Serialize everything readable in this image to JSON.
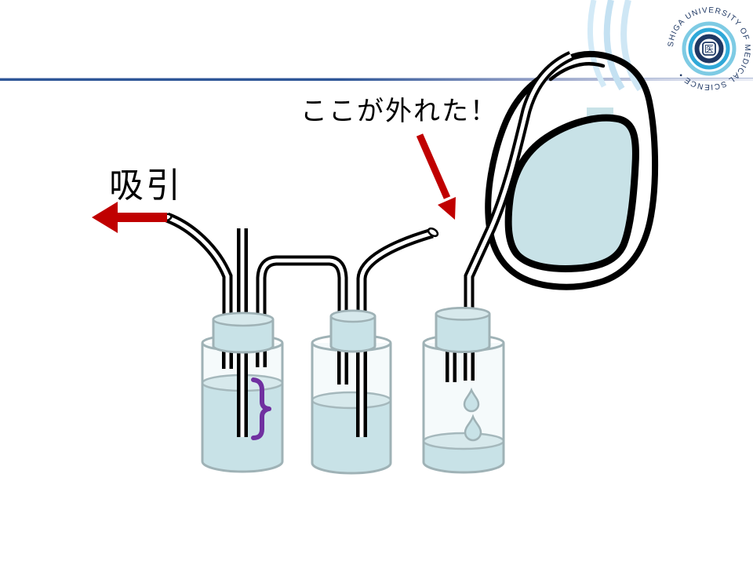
{
  "labels": {
    "detached_callout": "ここが外れた！",
    "suction": "吸引"
  },
  "logo": {
    "circular_text": "SHIGA UNIVERSITY OF MEDICAL SCIENCE •",
    "center_kanji": "医"
  },
  "colors": {
    "arrow_red": "#c00000",
    "brace_purple": "#7030a0",
    "liquid_teal": "#c8e2e7",
    "liquid_surface": "#d7e9ec",
    "glass_outline": "#9fb2b6",
    "tube_black": "#000000",
    "divider_blue": "#2e5697",
    "logo_navy": "#1f3864",
    "logo_cyan": "#2fa8d8",
    "logo_lightblue": "#7ecbe4",
    "arc_lightblue": "#c4e1f2"
  },
  "figure": {
    "description_visible_parts": [
      "suction-arrow-left",
      "trap-bottle-1-with-dip-tube-and-depth-brace",
      "trap-bottle-2-medium-liquid",
      "trap-bottle-3-low-liquid-with-droplets",
      "detached-tube-open-end",
      "red-callout-arrow",
      "suction-bag"
    ],
    "droplet_count": 2
  }
}
